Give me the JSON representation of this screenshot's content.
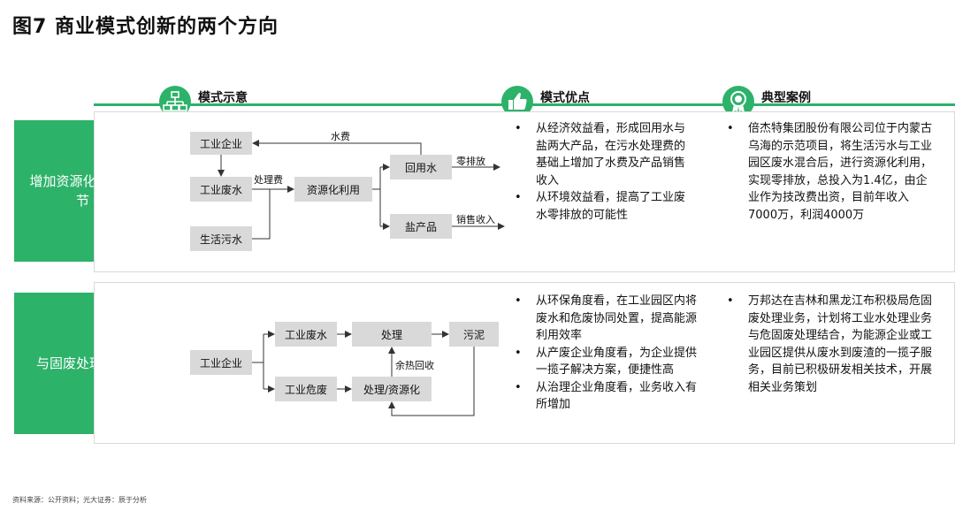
{
  "title": "图7  商业模式创新的两个方向",
  "headers": {
    "model": "模式示意",
    "advantage": "模式优点",
    "case": "典型案例"
  },
  "rows": [
    {
      "label": "增加资源化利用环节",
      "nodes": {
        "industry": "工业企业",
        "wastewater": "工业废水",
        "domestic": "生活污水",
        "resource": "资源化利用",
        "reuse_water": "回用水",
        "salt": "盐产品"
      },
      "edge_labels": {
        "water_fee": "水费",
        "treatment_fee": "处理费",
        "zero_discharge": "零排放",
        "sales_income": "销售收入"
      },
      "advantages": [
        "从经济效益看，形成回用水与盐两大产品，在污水处理费的基础上增加了水费及产品销售收入",
        "从环境效益看，提高了工业废水零排放的可能性"
      ],
      "case": "倍杰特集团股份有限公司位于内蒙古乌海的示范项目，将生活污水与工业园区废水混合后，进行资源化利用，实现零排放，总投入为1.4亿，由企业作为技改费出资，目前年收入7000万，利润4000万"
    },
    {
      "label": "与固废处理结合",
      "nodes": {
        "industry": "工业企业",
        "wastewater": "工业废水",
        "hazardous": "工业危废",
        "treatment": "处理",
        "treatment_resource": "处理/资源化",
        "sludge": "污泥"
      },
      "edge_labels": {
        "waste_heat": "余热回收"
      },
      "advantages": [
        "从环保角度看，在工业园区内将废水和危废协同处置，提高能源利用效率",
        "从产废企业角度看，为企业提供一揽子解决方案，便捷性高",
        "从治理企业角度看，业务收入有所增加"
      ],
      "case": "万邦达在吉林和黑龙江布积极局危固废处理业务，计划将工业水处理业务与危固废处理结合，为能源企业或工业园区提供从废水到废渣的一揽子服务，目前已积极研发相关技术，开展相关业务策划"
    }
  ],
  "source": "资料来源：公开资料；光大证券：辰于分析",
  "colors": {
    "accent": "#2db26a",
    "node": "#d9d9d9"
  },
  "icons": {
    "model": "org-chart-icon",
    "advantage": "thumbs-up-icon",
    "case": "award-ribbon-icon"
  }
}
